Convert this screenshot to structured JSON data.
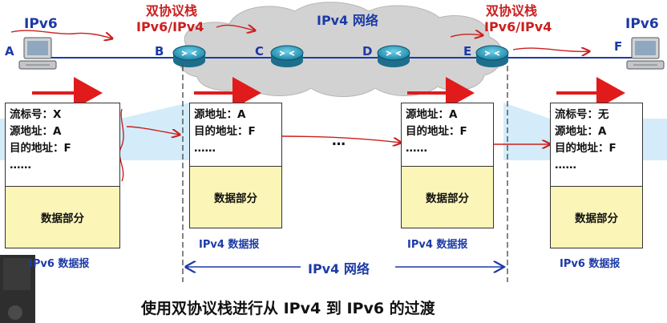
{
  "nodes": {
    "a": "A",
    "b": "B",
    "c": "C",
    "d": "D",
    "e": "E",
    "f": "F"
  },
  "hosts": {
    "left": "IPv6",
    "right": "IPv6"
  },
  "dual_stack": {
    "left": {
      "line1": "双协议栈",
      "line2": "IPv6/IPv4"
    },
    "right": {
      "line1": "双协议栈",
      "line2": "IPv6/IPv4"
    }
  },
  "cloud": {
    "title": "IPv4 网络"
  },
  "packets": {
    "p1": {
      "header": [
        "流标号：X",
        "源地址：A",
        "目的地址：F",
        "……"
      ],
      "body": "数据部分",
      "caption": "IPv6 数据报"
    },
    "p2": {
      "header": [
        "源地址：A",
        "目的地址：F",
        "……"
      ],
      "body": "数据部分",
      "caption": "IPv4 数据报"
    },
    "p3": {
      "header": [
        "源地址：A",
        "目的地址：F",
        "……"
      ],
      "body": "数据部分",
      "caption": "IPv4 数据报"
    },
    "p4": {
      "header": [
        "流标号：无",
        "源地址：A",
        "目的地址：F",
        "……"
      ],
      "body": "数据部分",
      "caption": "IPv6 数据报"
    }
  },
  "between_dots": "…",
  "span_label": "IPv4 网络",
  "bottom_title": "使用双协议栈进行从 IPv4 到 IPv6 的过渡",
  "colors": {
    "title_blue": "#1c3aa6",
    "annotation_red": "#cc1f1f",
    "data_yellow": "#fbf5b8",
    "projection_blue": "#c6e6f7",
    "cloud_gray": "#d2d2d2"
  }
}
